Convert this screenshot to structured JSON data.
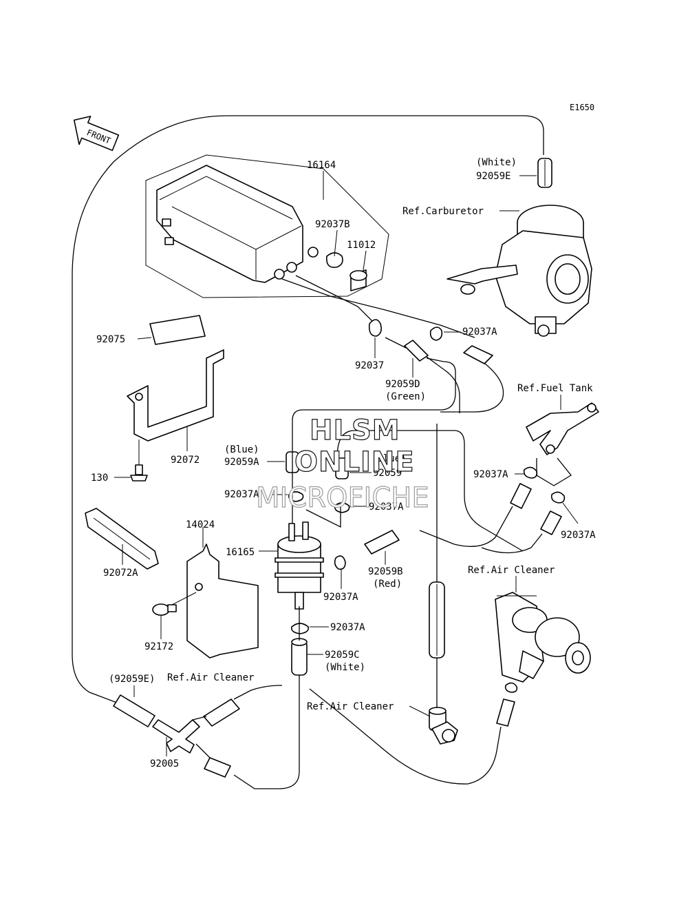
{
  "diagram_code": "E1650",
  "front_label": "FRONT",
  "watermark": {
    "line1": "HLSM",
    "line2": "ONLINE",
    "line3": "MICROFICHE"
  },
  "parts": {
    "p16164": "16164",
    "p92037B": "92037B",
    "p11012": "11012",
    "p92075": "92075",
    "p92072": "92072",
    "p130": "130",
    "p92072A": "92072A",
    "p14024": "14024",
    "p92172": "92172",
    "p16165": "16165",
    "p92059A_color": "(Blue)",
    "p92059A": "92059A",
    "p92059_color": "(Blue)",
    "p92059": "92059",
    "p92037A_1": "92037A",
    "p92037A_2": "92037A",
    "p92037A_3": "92037A",
    "p92037A_4": "92037A",
    "p92037A_5": "92037A",
    "p92037A_6": "92037A",
    "p92037A_7": "92037A",
    "p92037": "92037",
    "p92059D": "92059D",
    "p92059D_color": "(Green)",
    "p92059E_color": "(White)",
    "p92059E": "92059E",
    "p92059B": "92059B",
    "p92059B_color": "(Red)",
    "p92059C": "92059C",
    "p92059C_color": "(White)",
    "p92059E_ref": "(92059E)",
    "p92005": "92005"
  },
  "references": {
    "carburetor": "Ref.Carburetor",
    "fuel_tank": "Ref.Fuel Tank",
    "air_cleaner_1": "Ref.Air Cleaner",
    "air_cleaner_2": "Ref.Air Cleaner",
    "air_cleaner_3": "Ref.Air Cleaner"
  }
}
